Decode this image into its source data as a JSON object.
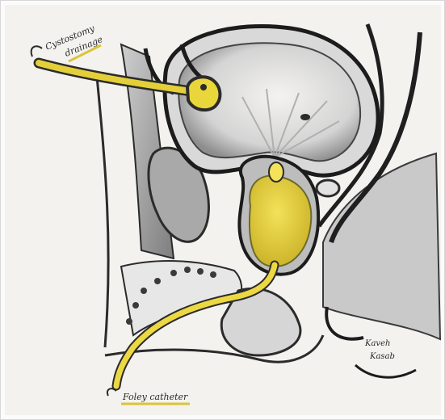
{
  "labels": {
    "cystostomy_line1": "Cystostomy",
    "cystostomy_line2": "drainage",
    "foley": "Foley catheter",
    "signature_line1": "Kaveh",
    "signature_line2": "Kasab"
  },
  "colors": {
    "paper": "#f4f3f0",
    "pencil": "#2b2b2b",
    "shade": "#9b9b9b",
    "urine_yellow": "#e8d63a",
    "highlight_yellow": "#d9c53a"
  }
}
